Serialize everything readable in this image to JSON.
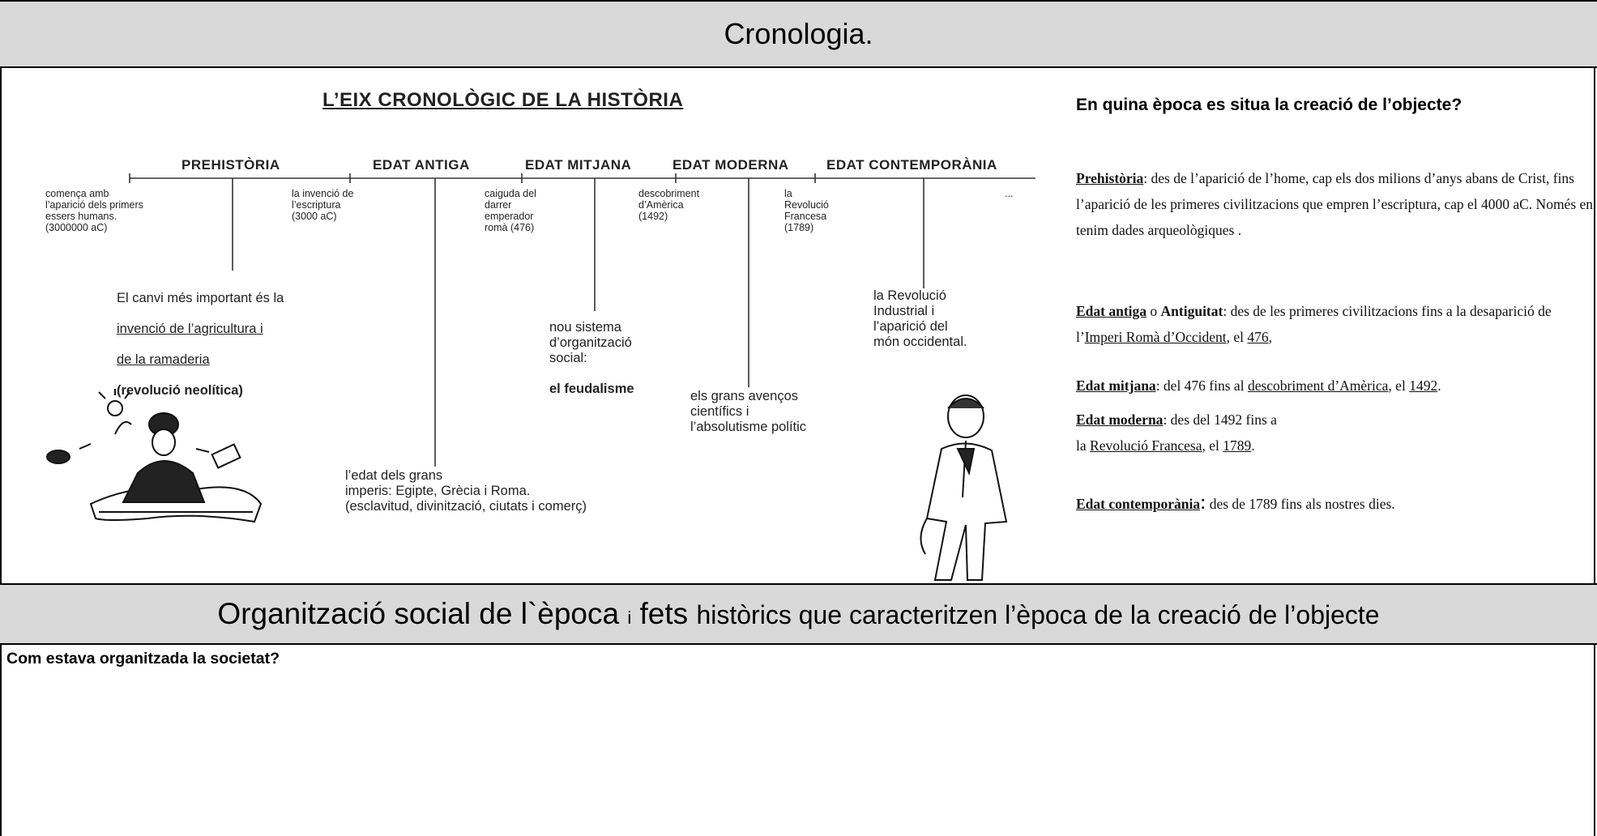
{
  "header": {
    "title": "Cronologia."
  },
  "timeline": {
    "title": "L’EIX CRONOLÒGIC DE LA HISTÒRIA",
    "eras": [
      "PREHISTÒRIA",
      "EDAT ANTIGA",
      "EDAT MITJANA",
      "EDAT MODERNA",
      "EDAT CONTEMPORÀNIA"
    ],
    "start_notes": [
      "comença amb\nl’aparició dels primers\nessers humans.\n(3000000 aC)",
      "la invenció de\nl’escriptura\n(3000 aC)",
      "caiguda del\ndarrer\nemperador\nromà (476)",
      "descobriment\nd’Amèrica\n(1492)",
      "la\nRevolució\nFrancesa\n(1789)",
      "..."
    ],
    "notes": {
      "agri_line1": "El canvi més important és la",
      "agri_line2": "invenció de l’agricultura i",
      "agri_line3": "de la ramaderia",
      "agri_line4": "(revolució neolítica)",
      "feudal_line1": "nou sistema\nd’organització\nsocial:",
      "feudal_line2": "el feudalisme",
      "moderna": "els grans avenços\ncientífics i\nl’absolutisme polític",
      "industrial": "la Revolució\nIndustrial i\nl’aparició del\nmón occidental.",
      "antiga": "l’edat dels grans\nimperis: Egipte, Grècia i Roma.\n(esclavitud, divinització, ciutats i comerç)"
    }
  },
  "side": {
    "question": "En quina època es situa la creació de l’objecte?",
    "prehistoria": {
      "term": "Prehistòria",
      "text": ": des de l’aparició de l’home, cap els dos milions d’anys abans de Crist, fins l’aparició de les primeres civilitzacions que empren l’escriptura, cap el 4000 aC. Només en tenim dades arqueològiques ."
    },
    "antiga": {
      "term": "Edat antiga",
      "o": " o ",
      "term2": "Antiguitat",
      "text1": ": des de les primeres civilitzacions fins a la desaparició de l’",
      "link": "Imperi Romà d’Occident",
      "text2": ", el ",
      "year": "476",
      "text3": ","
    },
    "mitjana": {
      "term": "Edat mitjana",
      "text1": ": del 476 fins al ",
      "link": "descobriment d’Amèrica",
      "text2": ", el ",
      "year": "1492",
      "text3": "."
    },
    "moderna": {
      "term": "Edat moderna",
      "text1": ": des del 1492 fins a",
      "text2": "la ",
      "link": "Revolució Francesa",
      "text3": ", el ",
      "year": "1789",
      "text4": "."
    },
    "contemporania": {
      "term": "Edat contemporània",
      "colon": ":",
      "text": " des de 1789 fins als nostres dies."
    }
  },
  "section2": {
    "title_part1": "Organització social de l`època",
    "title_part2": "i",
    "title_part3": "fets",
    "title_part4": "històrics que caracteritzen l’època de la creació de l’objecte",
    "question": "Com estava organitzada la societat?"
  }
}
